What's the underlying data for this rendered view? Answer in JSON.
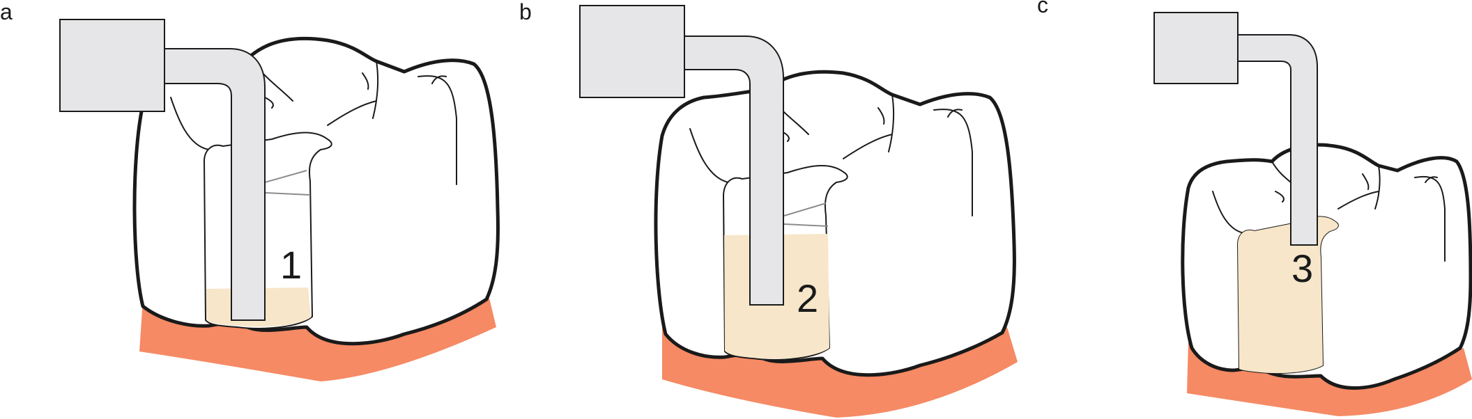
{
  "panels": [
    {
      "label": "a",
      "increment_label": "1"
    },
    {
      "label": "b",
      "increment_label": "2"
    },
    {
      "label": "c",
      "increment_label": "3"
    }
  ],
  "colors": {
    "gingiva": "#f58a64",
    "filling": "#f7e6c9",
    "instrument": "#e6e6e8",
    "outline": "#1a1a1a"
  }
}
